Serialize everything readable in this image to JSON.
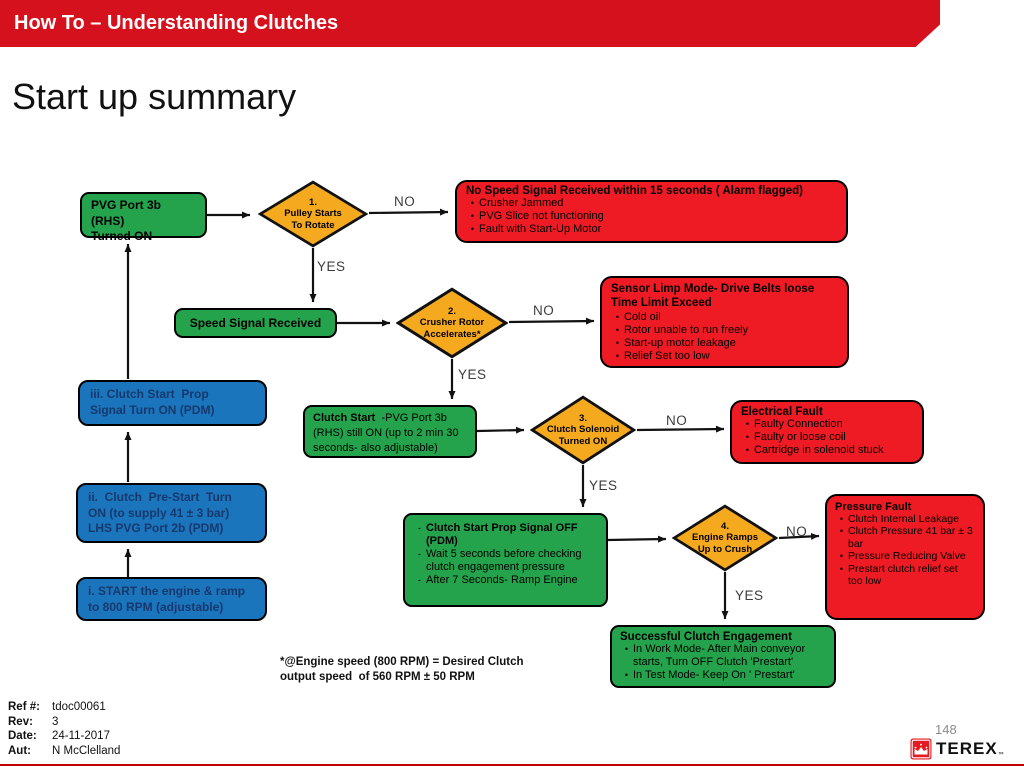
{
  "header": {
    "title": "How To – Understanding Clutches",
    "bar_color": "#D6111E"
  },
  "page": {
    "title": "Start up summary",
    "number": "148"
  },
  "flowchart": {
    "labels": {
      "yes": "YES",
      "no": "NO"
    },
    "green_boxes": {
      "pvg_port": {
        "lines": [
          "PVG Port 3b (RHS)",
          "Turned ON"
        ]
      },
      "speed_signal": {
        "label": "Speed Signal Received"
      },
      "clutch_start": {
        "bold": "Clutch Start",
        "rest": "  -PVG Port 3b (RHS) still ON (up to 2 min 30 seconds- also adjustable)"
      },
      "clutch_start_prop_off": {
        "bullets": [
          "Clutch Start Prop Signal OFF (PDM)",
          "Wait 5 seconds before checking clutch engagement pressure",
          "After 7 Seconds- Ramp Engine"
        ]
      },
      "successful": {
        "title": "Successful Clutch Engagement",
        "bullets": [
          "In Work Mode- After Main conveyor starts, Turn OFF Clutch 'Prestart'",
          "In Test Mode- Keep On ' Prestart'"
        ]
      }
    },
    "decisions": [
      {
        "number": "1.",
        "lines": [
          "Pulley Starts",
          "To Rotate"
        ]
      },
      {
        "number": "2.",
        "lines": [
          "Crusher Rotor",
          "Accelerates*"
        ]
      },
      {
        "number": "3.",
        "lines": [
          "Clutch Solenoid",
          "Turned ON"
        ]
      },
      {
        "number": "4.",
        "lines": [
          "Engine Ramps",
          "Up to Crush"
        ]
      }
    ],
    "fault_boxes": [
      {
        "title": "No Speed Signal Received within 15 seconds ( Alarm flagged)",
        "bullets": [
          "Crusher Jammed",
          "PVG Slice not functioning",
          "Fault with Start-Up Motor"
        ]
      },
      {
        "title": "Sensor Limp Mode- Drive Belts loose Time Limit Exceed",
        "bullets": [
          "Cold oil",
          "Rotor unable to run freely",
          "Start-up motor leakage",
          "Relief Set too low"
        ]
      },
      {
        "title": "Electrical Fault",
        "bullets": [
          "Faulty Connection",
          "Faulty or loose coil",
          "Cartridge in solenoid stuck"
        ]
      },
      {
        "title": "Pressure Fault",
        "bullets": [
          "Clutch Internal Leakage",
          "Clutch Pressure 41 bar ± 3 bar",
          "Pressure Reducing Valve",
          "Prestart clutch relief set too low"
        ]
      }
    ],
    "blue_boxes": [
      {
        "lines": [
          "iii. Clutch Start  Prop",
          "Signal Turn ON (PDM)"
        ]
      },
      {
        "lines": [
          "ii.  Clutch  Pre-Start  Turn",
          "ON (to supply 41 ± 3 bar)",
          "LHS PVG Port 2b (PDM)"
        ]
      },
      {
        "lines": [
          "i. START the engine & ramp",
          "to 800 RPM (adjustable)"
        ]
      }
    ],
    "footnote": {
      "lines": [
        "*@Engine speed (800 RPM) = Desired Clutch",
        "output speed  of 560 RPM ± 50 RPM"
      ]
    }
  },
  "footer": {
    "ref_label": "Ref #:",
    "ref_value": "tdoc00061",
    "rev_label": "Rev:",
    "rev_value": "3",
    "date_label": "Date:",
    "date_value": "24-11-2017",
    "aut_label": "Aut:",
    "aut_value": "N McClelland",
    "logo_text": "TEREX",
    "logo_tm": "™"
  }
}
